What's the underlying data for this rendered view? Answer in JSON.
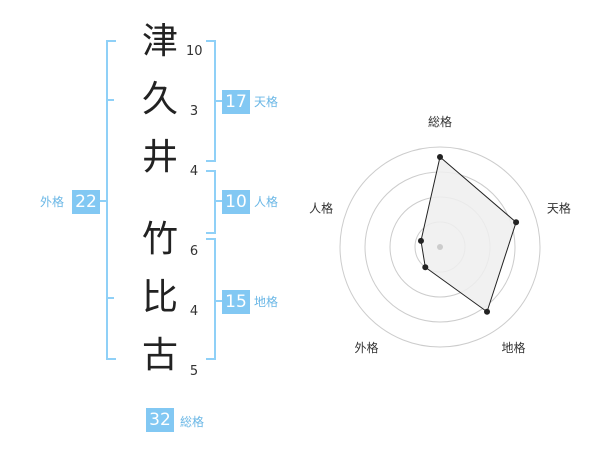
{
  "name_chars": [
    {
      "char": "津",
      "strokes": "10"
    },
    {
      "char": "久",
      "strokes": "3"
    },
    {
      "char": "井",
      "strokes": "4"
    },
    {
      "char": "竹",
      "strokes": "6"
    },
    {
      "char": "比",
      "strokes": "4"
    },
    {
      "char": "古",
      "strokes": "5"
    }
  ],
  "fortunes": {
    "tenkaku": {
      "value": "17",
      "label": "天格"
    },
    "jinkaku": {
      "value": "10",
      "label": "人格"
    },
    "chikaku": {
      "value": "15",
      "label": "地格"
    },
    "gaikaku": {
      "value": "22",
      "label": "外格"
    },
    "soukaku": {
      "value": "32",
      "label": "総格"
    }
  },
  "chart_data": {
    "type": "radar",
    "axes": [
      "総格",
      "天格",
      "地格",
      "外格",
      "人格"
    ],
    "values": [
      0.9,
      0.8,
      0.8,
      0.25,
      0.2
    ],
    "max": 1,
    "rings": 4,
    "colors": {
      "fill": "#efefef",
      "line": "#222222",
      "grid": "#cccccc",
      "center": "#cccccc"
    }
  }
}
